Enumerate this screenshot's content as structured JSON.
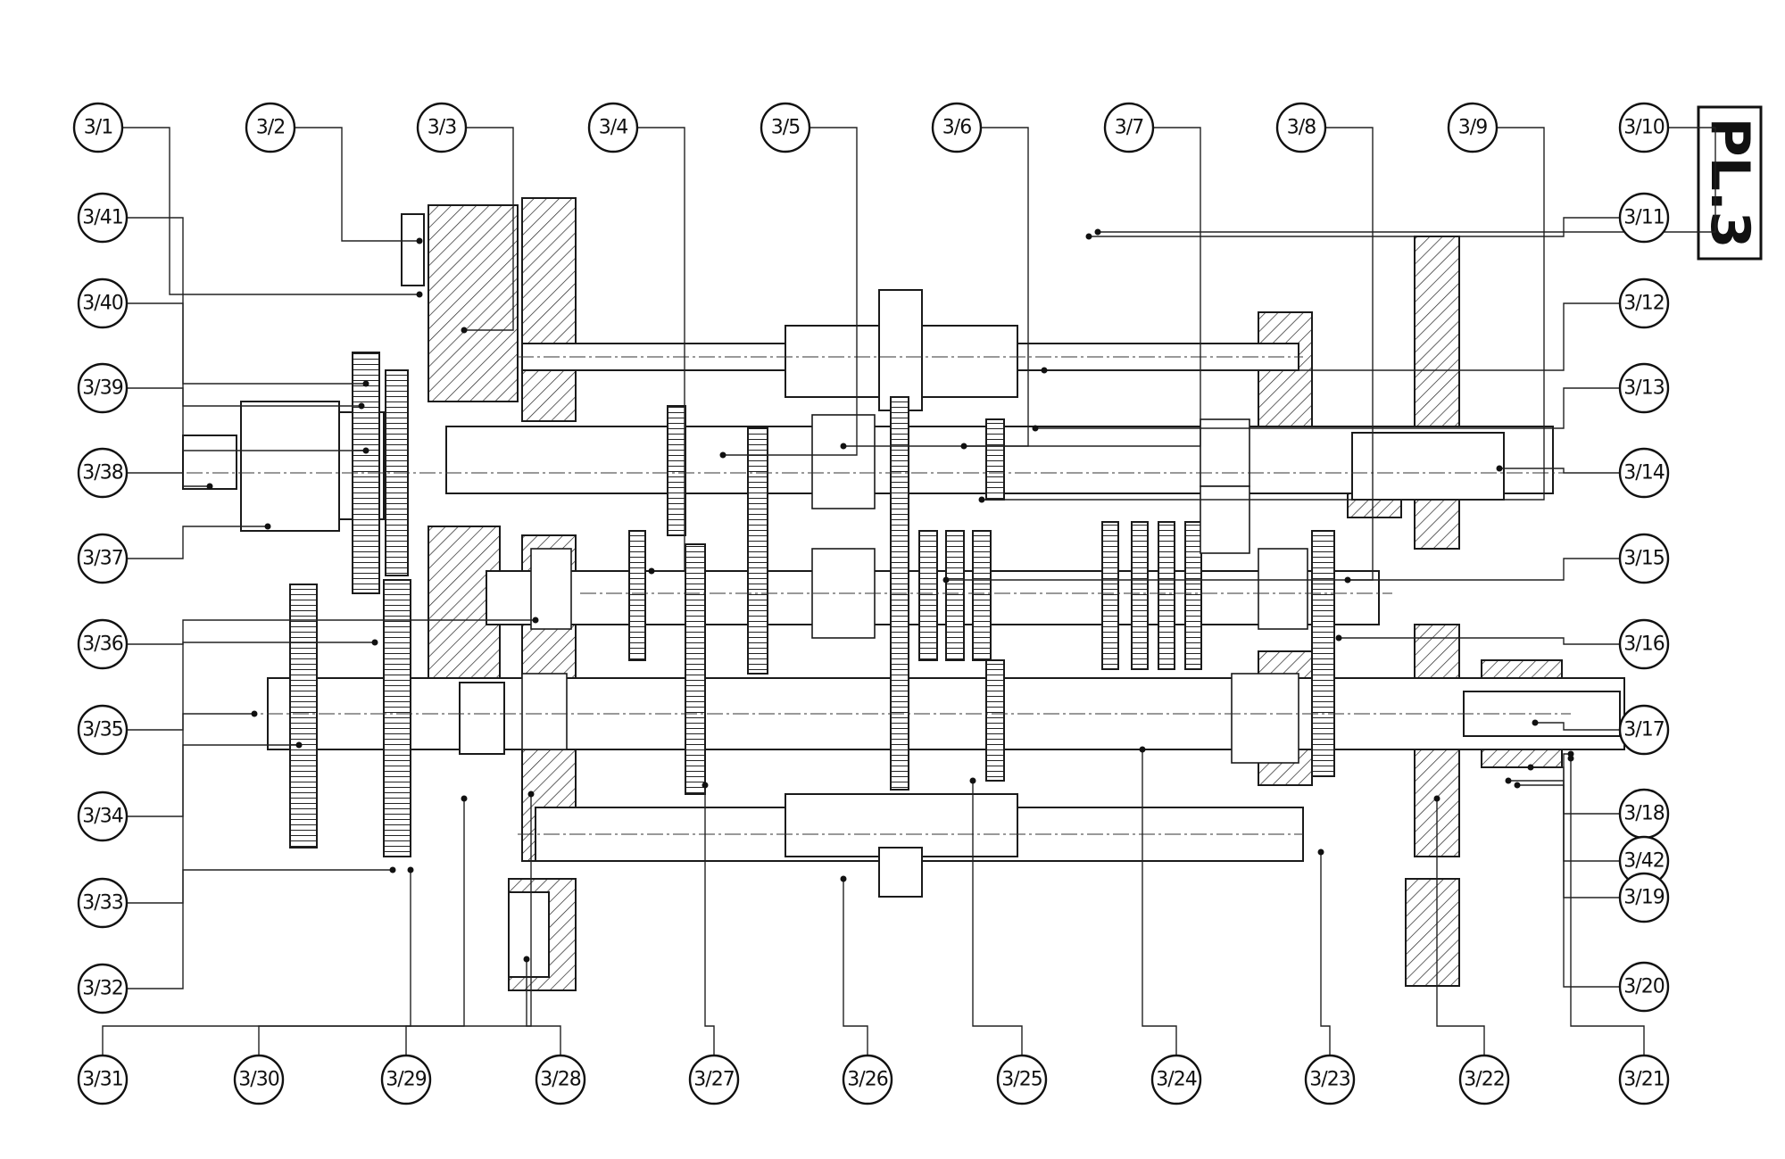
{
  "plate_label": "PL.3",
  "callouts": {
    "top": [
      "3/1",
      "3/2",
      "3/3",
      "3/4",
      "3/5",
      "3/6",
      "3/7",
      "3/8",
      "3/9",
      "3/10"
    ],
    "left": [
      "3/41",
      "3/40",
      "3/39",
      "3/38",
      "3/37",
      "3/36",
      "3/35",
      "3/34",
      "3/33",
      "3/32"
    ],
    "bottom": [
      "3/31",
      "3/30",
      "3/29",
      "3/28",
      "3/27",
      "3/26",
      "3/25",
      "3/24",
      "3/23",
      "3/22",
      "3/21"
    ],
    "right": [
      "3/11",
      "3/12",
      "3/13",
      "3/14",
      "3/15",
      "3/16",
      "3/17",
      "3/18",
      "3/42",
      "3/19",
      "3/20"
    ]
  },
  "colors": {
    "ink": "#111111",
    "paper": "#ffffff"
  }
}
